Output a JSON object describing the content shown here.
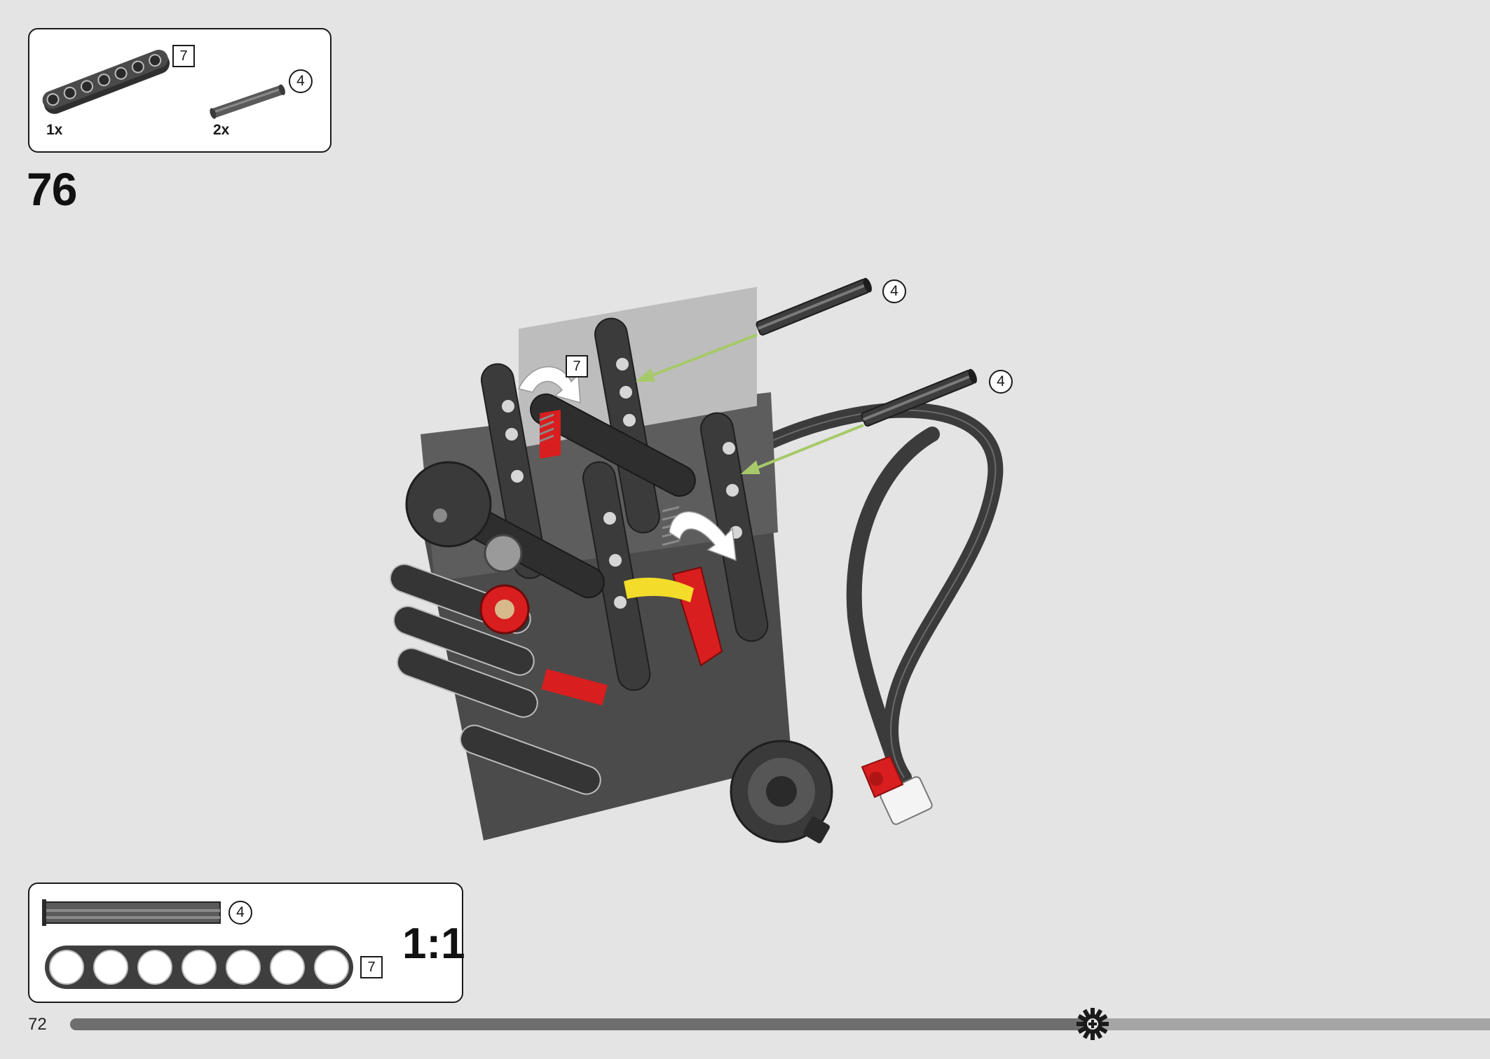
{
  "parts_list": {
    "items": [
      {
        "part": "beam",
        "quantity": "1x",
        "length": "7",
        "length_marker": "square"
      },
      {
        "part": "axle",
        "quantity": "2x",
        "length": "4",
        "length_marker": "circle"
      }
    ]
  },
  "step": {
    "number": "76",
    "callouts": [
      {
        "part": "beam",
        "length": "7",
        "length_marker": "square"
      },
      {
        "part": "axle",
        "length": "4",
        "length_marker": "circle"
      },
      {
        "part": "axle",
        "length": "4",
        "length_marker": "circle"
      }
    ]
  },
  "scale_reference": {
    "scale_label": "1:1",
    "items": [
      {
        "part": "axle",
        "length": "4",
        "length_marker": "circle"
      },
      {
        "part": "beam",
        "length": "7",
        "length_marker": "square"
      }
    ]
  },
  "footer": {
    "page_number": "72",
    "progress_fraction": 0.72,
    "progress_marker_icon": "gear-icon"
  },
  "colors": {
    "background": "#e4e4e4",
    "beam_dark_gray": "#3a3a3a",
    "light_gray": "#bdbdbd",
    "red": "#d81e1e",
    "arrow_green": "#a7c96a",
    "progress_fill": "#6e6e6e",
    "progress_track": "#a5a5a5"
  }
}
